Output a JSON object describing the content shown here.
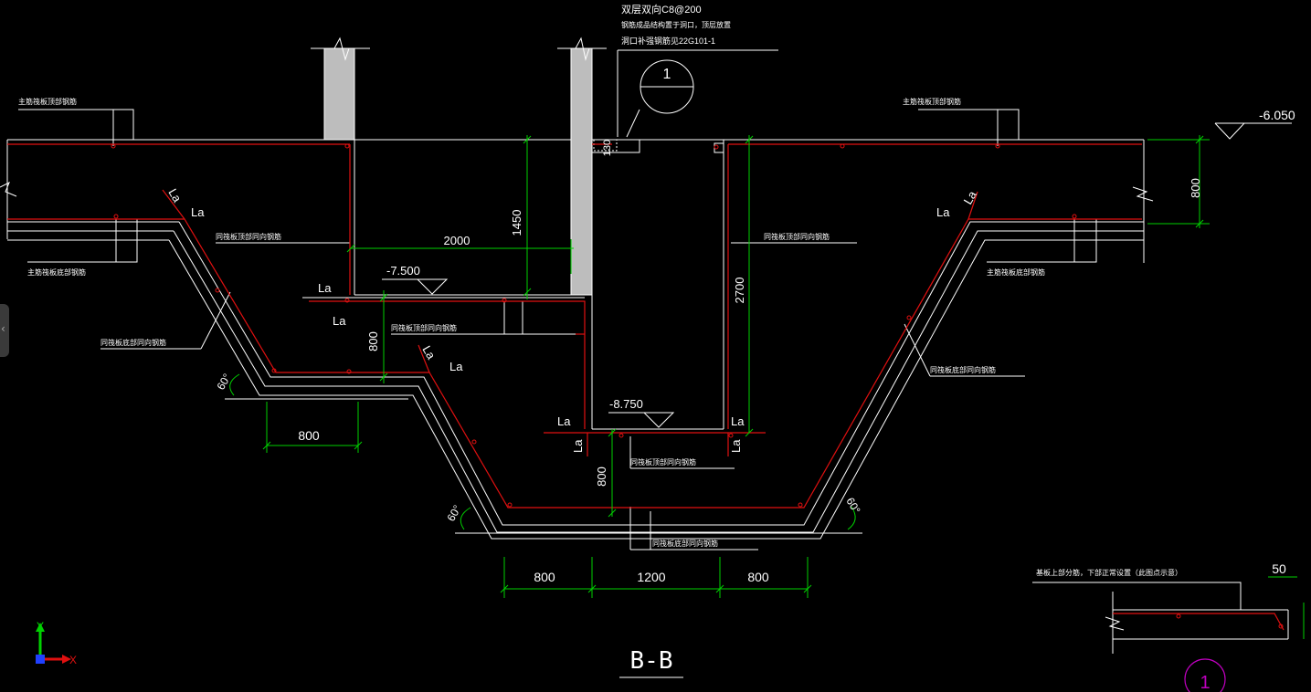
{
  "drawing": {
    "section_title": "B-B",
    "detail_marker": "1",
    "detail_bubble": "1",
    "notes": [
      "双层双向C8@200",
      "钢筋成品结构置于洞口，顶层放置",
      "洞口补强钢筋见22G101-1"
    ],
    "levels": {
      "top": "-6.050",
      "mid": "-7.500",
      "bottom": "-8.750"
    },
    "dims": {
      "d800_right": "800",
      "d130": "130",
      "d1450": "1450",
      "d2000": "2000",
      "d2700": "2700",
      "d800_step": "800",
      "d800_lower": "800",
      "d800_left_bottom": "800",
      "d800_b1": "800",
      "d1200": "1200",
      "d800_b2": "800",
      "d50": "50"
    },
    "anchor": "La",
    "angle": "60°",
    "labels": {
      "main_top": "主筋筏板顶部钢筋",
      "main_bottom": "主筋筏板底部钢筋",
      "same_dir_top": "同筏板顶部同向钢筋",
      "same_dir_bottom": "同筏板底部同向钢筋",
      "detail_note": "基板上部分筋，下部正常设置（此图点示意）"
    },
    "ucs": {
      "y": "Y",
      "x": "X"
    },
    "colors": {
      "wall": "#bdbdbd",
      "rebar": "#e01010",
      "dimension": "#00d000",
      "bubble": "#c000c0"
    }
  }
}
